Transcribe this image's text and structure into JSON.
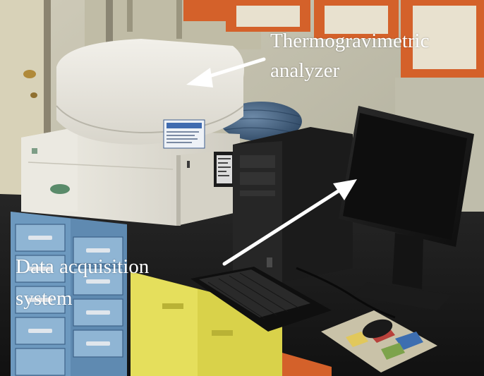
{
  "image": {
    "kind": "photograph",
    "scene": "laboratory bench with instrument and computer"
  },
  "annotations": [
    {
      "id": "tga",
      "line1": "Thermogravimetric",
      "line2": "analyzer"
    },
    {
      "id": "daq",
      "line1": "Data acquisition",
      "line2": "system"
    }
  ],
  "colors": {
    "label_text": "#ffffff",
    "arrow": "#ffffff",
    "instrument_body": "#e6e4dc",
    "cabinet_orange": "#d4612a",
    "drawer_blue": "#6a93b8",
    "cabinet_yellow": "#d9d24a",
    "countertop": "#1c1c1c"
  }
}
